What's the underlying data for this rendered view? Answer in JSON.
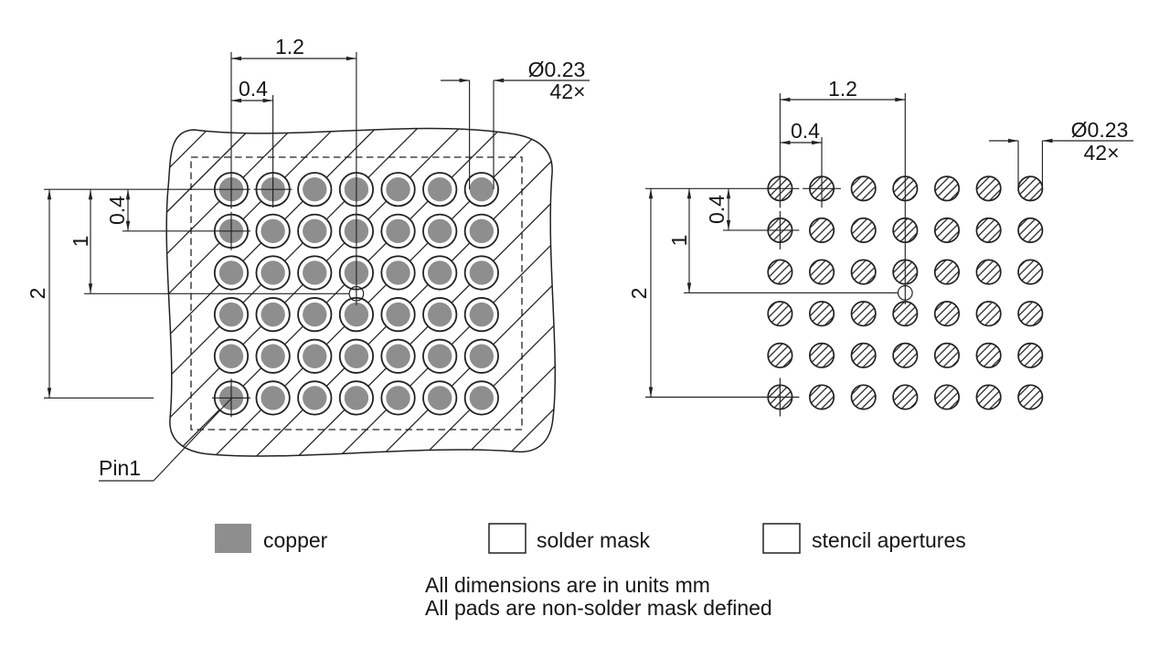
{
  "figures": {
    "left": {
      "dims": {
        "span_x": "1.2",
        "pitch_x": "0.4",
        "pad_diameter": "Ø0.23",
        "pad_count": "42×",
        "pitch_y": "0.4",
        "half_span_y": "1",
        "span_y": "2"
      },
      "pin1_label": "Pin1"
    },
    "right": {
      "dims": {
        "span_x": "1.2",
        "pitch_x": "0.4",
        "pad_diameter": "Ø0.23",
        "pad_count": "42×",
        "pitch_y": "0.4",
        "half_span_y": "1",
        "span_y": "2"
      }
    }
  },
  "legend": {
    "items": [
      {
        "id": "copper",
        "label": "copper"
      },
      {
        "id": "solder-mask",
        "label": "solder mask"
      },
      {
        "id": "stencil-apertures",
        "label": "stencil apertures"
      }
    ]
  },
  "notes": {
    "line1": "All dimensions are in units mm",
    "line2": "All pads are non-solder mask defined"
  },
  "grid": {
    "rows": 6,
    "cols": 7,
    "total_pads": 42
  },
  "colors": {
    "line": "#222222",
    "copper": "#8e8e8e"
  }
}
